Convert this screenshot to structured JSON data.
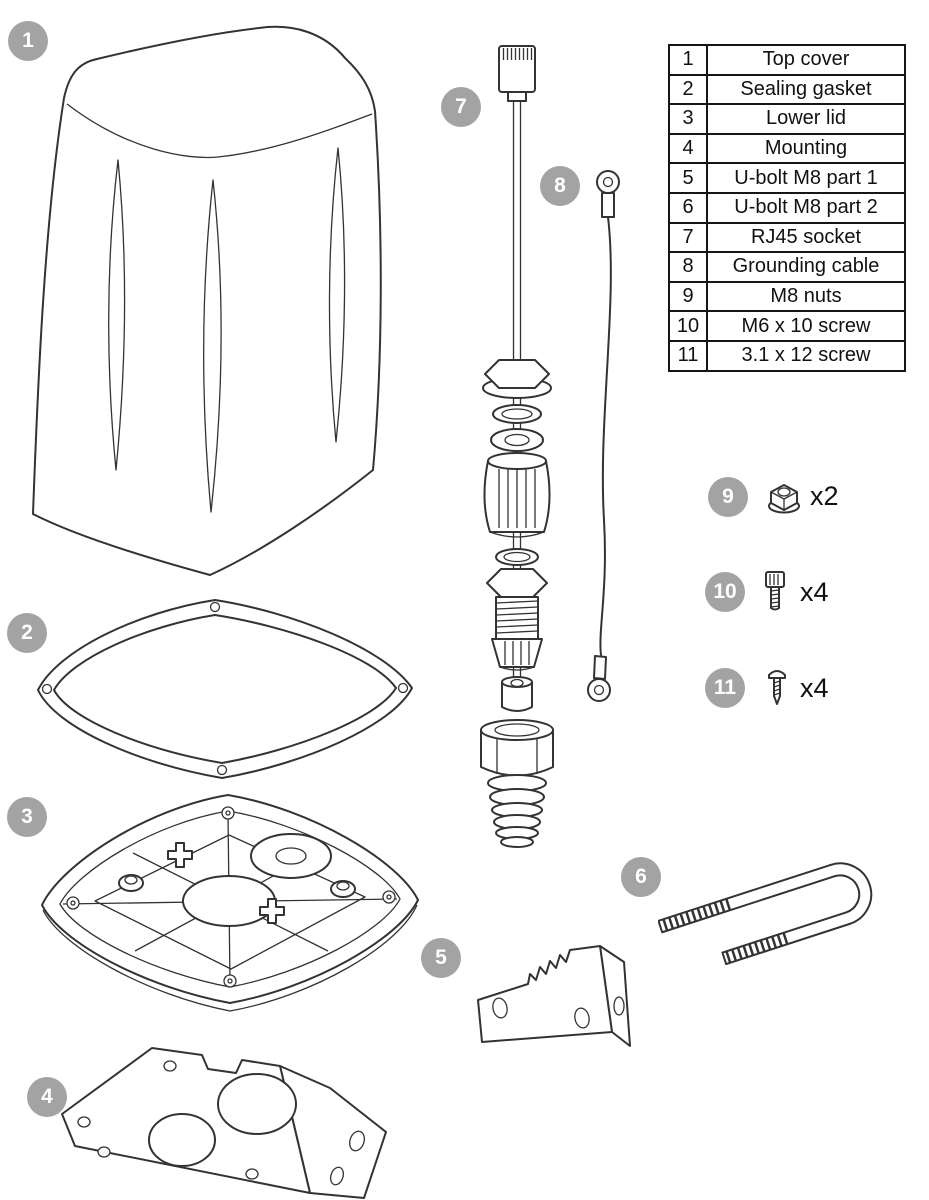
{
  "colors": {
    "line": "#333333",
    "badge": "#a3a3a3",
    "badge_text": "#ffffff",
    "table_border": "#161616",
    "text": "#111111",
    "bg": "#ffffff"
  },
  "parts_table": {
    "rows": [
      {
        "num": "1",
        "name": "Top cover"
      },
      {
        "num": "2",
        "name": "Sealing gasket"
      },
      {
        "num": "3",
        "name": "Lower lid"
      },
      {
        "num": "4",
        "name": "Mounting"
      },
      {
        "num": "5",
        "name": "U-bolt M8 part 1"
      },
      {
        "num": "6",
        "name": "U-bolt M8 part 2"
      },
      {
        "num": "7",
        "name": "RJ45 socket"
      },
      {
        "num": "8",
        "name": "Grounding cable"
      },
      {
        "num": "9",
        "name": "M8 nuts"
      },
      {
        "num": "10",
        "name": "M6 x 10 screw"
      },
      {
        "num": "11",
        "name": "3.1 x 12 screw"
      }
    ]
  },
  "callouts": {
    "c1": "1",
    "c2": "2",
    "c3": "3",
    "c4": "4",
    "c5": "5",
    "c6": "6",
    "c7": "7",
    "c8": "8"
  },
  "hardware": [
    {
      "num": "9",
      "icon": "flange-nut-icon",
      "qty": "x2"
    },
    {
      "num": "10",
      "icon": "socket-screw-icon",
      "qty": "x4"
    },
    {
      "num": "11",
      "icon": "tapping-screw-icon",
      "qty": "x4"
    }
  ]
}
